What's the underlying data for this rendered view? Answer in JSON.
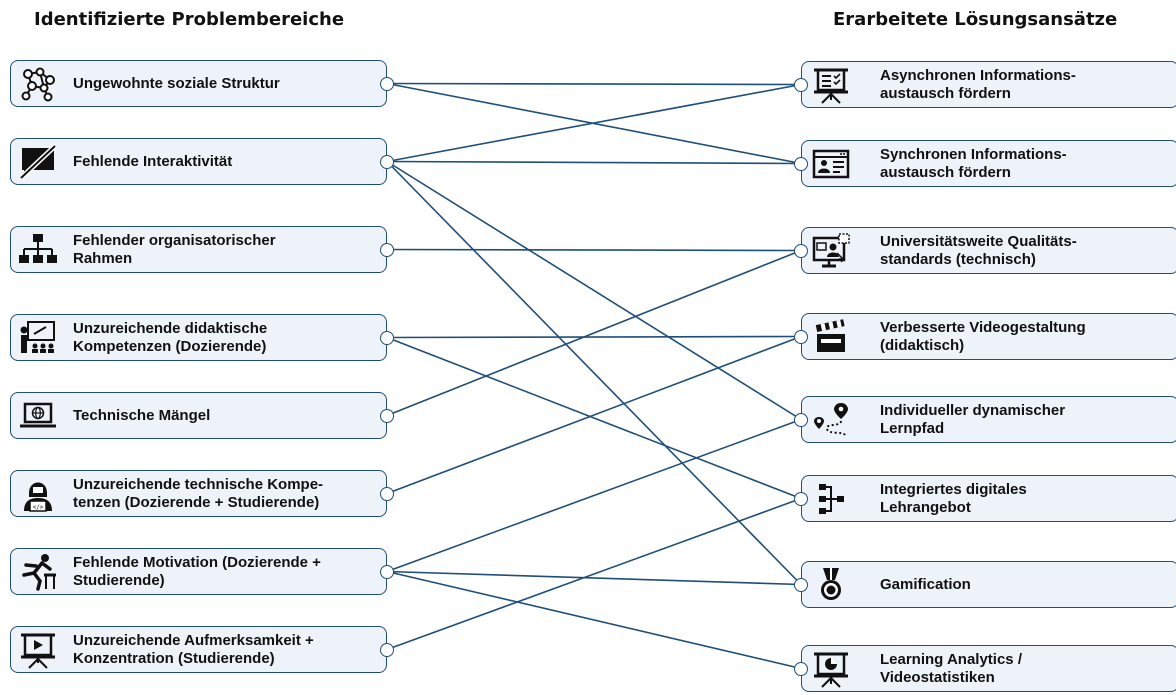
{
  "headings": {
    "left": "Identifizierte Problembereiche",
    "right": "Erarbeitete Lösungsansätze"
  },
  "problems": [
    {
      "label": "Ungewohnte soziale Struktur",
      "icon": "network-icon"
    },
    {
      "label": "Fehlende Interaktivität",
      "icon": "crossed-chat-icon"
    },
    {
      "label": "Fehlender organisatorischer\nRahmen",
      "icon": "org-chart-icon"
    },
    {
      "label": "Unzureichende didaktische\nKompetenzen (Dozierende)",
      "icon": "teacher-icon"
    },
    {
      "label": "Technische Mängel",
      "icon": "laptop-globe-icon"
    },
    {
      "label": "Unzureichende technische Kompe-\ntenzen (Dozierende + Studierende)",
      "icon": "hacker-icon"
    },
    {
      "label": "Fehlende Motivation (Dozierende +\nStudierende)",
      "icon": "hurdle-runner-icon"
    },
    {
      "label": "Unzureichende Aufmerksamkeit +\nKonzentration (Studierende)",
      "icon": "presentation-play-icon"
    }
  ],
  "solutions": [
    {
      "label": "Asynchronen Informations-\naustausch fördern",
      "icon": "board-checklist-icon"
    },
    {
      "label": "Synchronen Informations-\naustausch fördern",
      "icon": "video-call-icon"
    },
    {
      "label": "Universitätsweite Qualitäts-\nstandards (technisch)",
      "icon": "monitor-user-icon"
    },
    {
      "label": "Verbesserte Videogestaltung\n(didaktisch)",
      "icon": "clapperboard-icon"
    },
    {
      "label": "Individueller dynamischer\nLernpfad",
      "icon": "route-pin-icon"
    },
    {
      "label": "Integriertes digitales\nLehrangebot",
      "icon": "hierarchy-icon"
    },
    {
      "label": "Gamification",
      "icon": "medal-icon"
    },
    {
      "label": "Learning Analytics /\nVideostatistiken",
      "icon": "board-chart-icon"
    }
  ],
  "connections": [
    [
      0,
      0
    ],
    [
      0,
      1
    ],
    [
      1,
      0
    ],
    [
      1,
      1
    ],
    [
      1,
      4
    ],
    [
      1,
      6
    ],
    [
      2,
      2
    ],
    [
      3,
      3
    ],
    [
      3,
      5
    ],
    [
      4,
      2
    ],
    [
      5,
      3
    ],
    [
      6,
      4
    ],
    [
      6,
      6
    ],
    [
      6,
      7
    ],
    [
      7,
      5
    ]
  ],
  "colors": {
    "line": "#1f4e79",
    "box_fill": "#eef3fa",
    "box_border": "#1f4e79"
  }
}
